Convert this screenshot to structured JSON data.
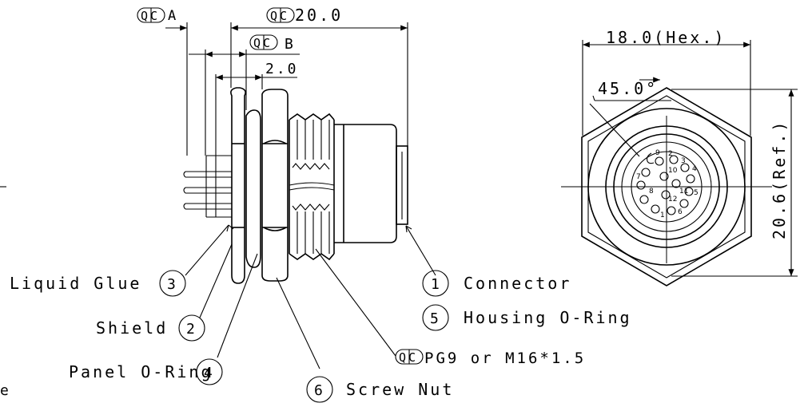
{
  "dimensions": {
    "a": "A",
    "b": "B",
    "overall": "20.0",
    "flange": "2.0",
    "hex": "18.0(Hex.)",
    "angle": "45.0°",
    "ref": "20.6(Ref.)",
    "thread": "PG9 or M16*1.5",
    "qc": "QC"
  },
  "callouts": [
    {
      "num": "1",
      "label": "Connector"
    },
    {
      "num": "5",
      "label": "Housing O-Ring"
    },
    {
      "num": "3",
      "label": "Liquid Glue"
    },
    {
      "num": "2",
      "label": "Shield"
    },
    {
      "num": "4",
      "label": "Panel O-Ring"
    },
    {
      "num": "6",
      "label": "Screw Nut"
    }
  ],
  "pins": [
    "1",
    "2",
    "3",
    "4",
    "5",
    "6",
    "7",
    "8",
    "9",
    "10",
    "11",
    "12"
  ],
  "edge_mark": "e"
}
